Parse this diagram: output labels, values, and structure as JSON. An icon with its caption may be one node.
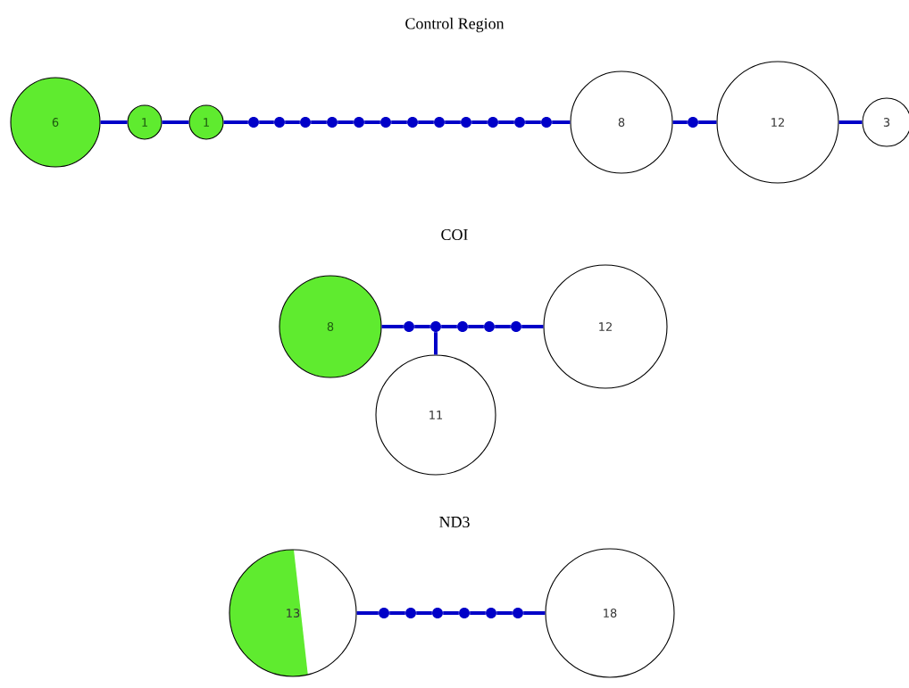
{
  "diagram": {
    "nodes": [
      {
        "text": [
          "6"
        ]
      },
      {
        "text": [
          "1"
        ]
      },
      {
        "text": [
          "1"
        ]
      },
      {
        "text": [],
        "shape": "circle"
      },
      {
        "text": [],
        "shape": "circle"
      },
      {
        "text": [],
        "shape": "circle"
      },
      {
        "text": [],
        "shape": "circle"
      },
      {
        "text": [],
        "shape": "circle"
      },
      {
        "text": [],
        "shape": "circle"
      },
      {
        "text": [],
        "shape": "circle"
      },
      {
        "text": [],
        "shape": "circle"
      },
      {
        "text": [],
        "shape": "circle"
      },
      {
        "text": [],
        "shape": "circle"
      },
      {
        "text": [],
        "shape": "circle"
      },
      {
        "text": [],
        "shape": "circle"
      },
      {
        "text": [
          "8"
        ]
      },
      {
        "text": [],
        "shape": "circle"
      },
      {
        "text": [
          "12"
        ]
      },
      {
        "text": [
          "3"
        ]
      },
      {
        "text": [
          "8"
        ]
      },
      {
        "text": [],
        "shape": "circle"
      },
      {
        "text": [],
        "shape": "circle"
      },
      {
        "text": [],
        "shape": "circle"
      },
      {
        "text": [],
        "shape": "circle"
      },
      {
        "text": [],
        "shape": "circle"
      },
      {
        "text": [
          "12"
        ]
      },
      {
        "text": [
          "11"
        ]
      },
      {
        "text": [
          "13"
        ]
      },
      {
        "text": [],
        "shape": "circle"
      },
      {
        "text": [],
        "shape": "circle"
      },
      {
        "text": [],
        "shape": "circle"
      },
      {
        "text": [],
        "shape": "circle"
      },
      {
        "text": [],
        "shape": "circle"
      },
      {
        "text": [],
        "shape": "circle"
      },
      {
        "text": [
          "18"
        ]
      }
    ],
    "edges": [
      {
        "from": 0,
        "to": 1,
        "arrow": "none"
      },
      {
        "from": 1,
        "to": 2,
        "arrow": "none"
      },
      {
        "from": 2,
        "to": 3,
        "arrow": "none"
      },
      {
        "from": 3,
        "to": 4,
        "arrow": "none"
      },
      {
        "from": 4,
        "to": 5,
        "arrow": "none"
      },
      {
        "from": 5,
        "to": 6,
        "arrow": "none"
      },
      {
        "from": 6,
        "to": 7,
        "arrow": "none"
      },
      {
        "from": 7,
        "to": 8,
        "arrow": "none"
      },
      {
        "from": 8,
        "to": 9,
        "arrow": "none"
      },
      {
        "from": 9,
        "to": 10,
        "arrow": "none"
      },
      {
        "from": 10,
        "to": 11,
        "arrow": "none"
      },
      {
        "from": 11,
        "to": 12,
        "arrow": "none"
      },
      {
        "from": 12,
        "to": 13,
        "arrow": "none"
      },
      {
        "from": 13,
        "to": 14,
        "arrow": "none"
      },
      {
        "from": 14,
        "to": 15,
        "arrow": "none"
      },
      {
        "from": 15,
        "to": 16,
        "arrow": "none"
      },
      {
        "from": 16,
        "to": 17,
        "arrow": "none"
      },
      {
        "from": 17,
        "to": 18,
        "arrow": "none"
      },
      {
        "from": 19,
        "to": 20,
        "arrow": "none"
      },
      {
        "from": 20,
        "to": 21,
        "arrow": "none"
      },
      {
        "from": 21,
        "to": 22,
        "arrow": "none"
      },
      {
        "from": 22,
        "to": 23,
        "arrow": "none"
      },
      {
        "from": 23,
        "to": 24,
        "arrow": "none"
      },
      {
        "from": 24,
        "to": 25,
        "arrow": "none"
      },
      {
        "from": 21,
        "to": 26,
        "arrow": "none"
      },
      {
        "from": 27,
        "to": 28,
        "arrow": "none"
      },
      {
        "from": 28,
        "to": 29,
        "arrow": "none"
      },
      {
        "from": 29,
        "to": 30,
        "arrow": "none"
      },
      {
        "from": 30,
        "to": 31,
        "arrow": "none"
      },
      {
        "from": 31,
        "to": 32,
        "arrow": "none"
      },
      {
        "from": 32,
        "to": 33,
        "arrow": "none"
      },
      {
        "from": 33,
        "to": 34,
        "arrow": "none"
      }
    ],
    "labels": [
      "Control Region",
      "COI",
      "ND3"
    ]
  }
}
